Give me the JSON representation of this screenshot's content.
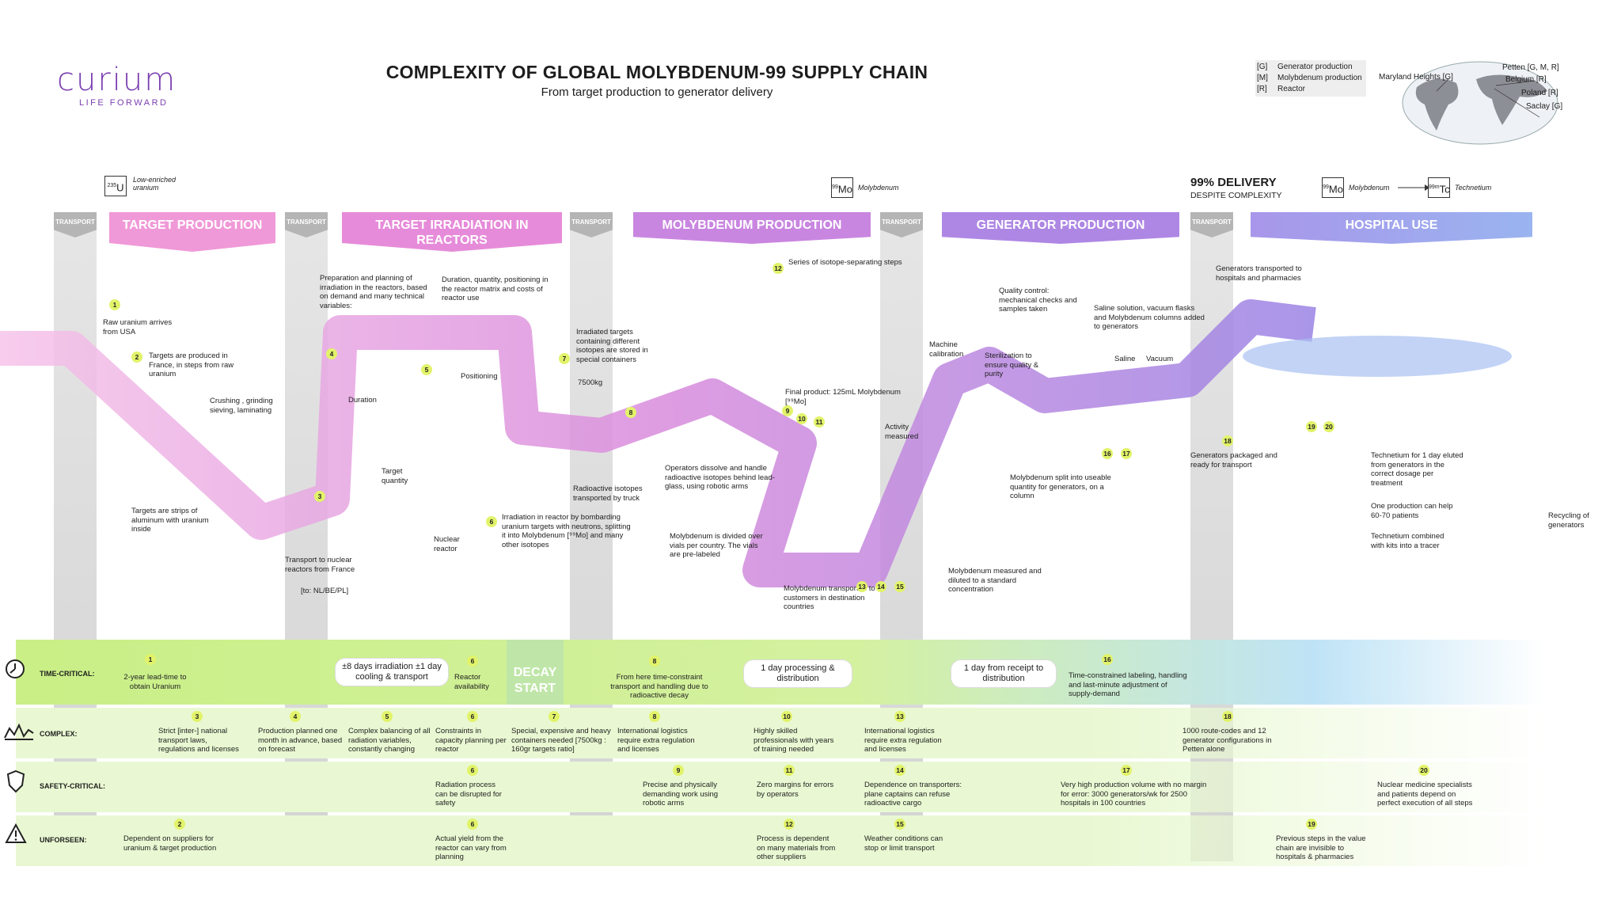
{
  "logo": {
    "word": "curium",
    "tag": "LIFE FORWARD"
  },
  "header": {
    "title": "COMPLEXITY OF GLOBAL MOLYBDENUM-99 SUPPLY CHAIN",
    "subtitle": "From target production to generator delivery"
  },
  "legend": {
    "items": [
      {
        "code": "[G]",
        "label": "Generator production"
      },
      {
        "code": "[M]",
        "label": "Molybdenum production"
      },
      {
        "code": "[R]",
        "label": "Reactor"
      }
    ]
  },
  "map": {
    "labels": [
      "Maryland Heights [G]",
      "Petten [G, M, R]",
      "Belgium [R]",
      "Poland [R]",
      "Saclay [G]"
    ]
  },
  "isotopes": [
    {
      "mass": "235",
      "sym": "U",
      "caption": "Low-enriched uranium"
    },
    {
      "mass": "99",
      "sym": "Mo",
      "caption": "Molybdenum"
    },
    {
      "mass": "99",
      "sym": "Mo",
      "caption": "Molybdenum"
    },
    {
      "mass": "99m",
      "sym": "Tc",
      "caption": "Technetium"
    }
  ],
  "delivery": {
    "line1": "99% DELIVERY",
    "line2": "DESPITE COMPLEXITY"
  },
  "transport_label": "TRANSPORT",
  "phases": [
    {
      "name": "TARGET PRODUCTION",
      "color": "#f099d8"
    },
    {
      "name": "TARGET IRRADIATION IN REACTORS",
      "color": "#e68bd9"
    },
    {
      "name": "MOLYBDENUM PRODUCTION",
      "color": "#c986e0"
    },
    {
      "name": "GENERATOR PRODUCTION",
      "color": "#ae87e4"
    },
    {
      "name": "HOSPITAL USE",
      "color": "#9ab4f0"
    }
  ],
  "diagram_texts": [
    "Raw uranium arrives from USA",
    "Targets are produced in France, in steps from raw uranium",
    "Crushing , grinding sieving, laminating",
    "Targets are strips of aluminum with uranium inside",
    "Transport to nuclear reactors from France",
    "[to: NL/BE/PL]",
    "Preparation and planning of irradiation in the reactors, based on demand and many technical variables:",
    "Duration",
    "Duration, quantity, positioning in the reactor matrix and costs of reactor use",
    "Positioning",
    "Target quantity",
    "Nuclear reactor",
    "Irradiation in reactor by bombarding uranium targets with neutrons, splitting it into Molybdenum [⁹⁹Mo] and many other isotopes",
    "Irradiated targets containing different isotopes are stored in special containers",
    "7500kg",
    "Radioactive isotopes transported by truck",
    "Operators dissolve and handle radioactive isotopes behind lead-glass, using robotic arms",
    "Series of isotope-separating steps",
    "Final product: 125mL Molybdenum [⁹⁹Mo]",
    "Activity measured",
    "Molybdenum is divided over vials per country. The vials are pre-labeled",
    "Molybdenum transported to customers in destination countries",
    "Machine calibration",
    "Quality control: mechanical checks and samples taken",
    "Sterilization to ensure quality & purity",
    "Saline solution, vacuum flasks and Molybdenum columns added to generators",
    "Saline",
    "Vacuum",
    "Molybdenum split into useable quantity for generators, on a column",
    "Molybdenum measured and diluted to a standard concentration",
    "Generators transported to hospitals and pharmacies",
    "Generators packaged and ready for transport",
    "Technetium for 1 day eluted from generators in the correct dosage per treatment",
    "One production can help 60-70 patients",
    "Technetium combined with kits into a tracer",
    "Recycling of generators"
  ],
  "diagram_badges": [
    "1",
    "2",
    "3",
    "4",
    "5",
    "6",
    "7",
    "8",
    "9",
    "10",
    "11",
    "12",
    "13",
    "14",
    "15",
    "16",
    "17",
    "18",
    "19",
    "20"
  ],
  "decay": "DECAY START",
  "rows": [
    {
      "label": "TIME-CRITICAL:",
      "items": [
        {
          "n": "1",
          "text": "2-year lead-time to obtain Uranium"
        },
        {
          "n": "",
          "text": "±8 days irradiation ±1 day cooling & transport"
        },
        {
          "n": "6",
          "text": "Reactor availability"
        },
        {
          "n": "8",
          "text": "From here time-constraint transport and handling due to radioactive decay"
        },
        {
          "n": "",
          "text": "1 day processing & distribution"
        },
        {
          "n": "",
          "text": "1 day from receipt to distribution"
        },
        {
          "n": "16",
          "text": "Time-constrained labeling, handling and last-minute adjustment of supply-demand"
        }
      ]
    },
    {
      "label": "COMPLEX:",
      "items": [
        {
          "n": "3",
          "text": "Strict [inter-] national transport laws, regulations and licenses"
        },
        {
          "n": "4",
          "text": "Production planned one month in advance, based on forecast"
        },
        {
          "n": "5",
          "text": "Complex balancing of all radiation variables, constantly changing"
        },
        {
          "n": "6",
          "text": "Constraints in capacity planning per reactor"
        },
        {
          "n": "7",
          "text": "Special, expensive and heavy containers needed [7500kg : 160gr targets ratio]"
        },
        {
          "n": "8",
          "text": "International logistics require extra regulation and licenses"
        },
        {
          "n": "10",
          "text": "Highly skilled professionals with years of training needed"
        },
        {
          "n": "13",
          "text": "International logistics require extra regulation and licenses"
        },
        {
          "n": "18",
          "text": "1000 route-codes and 12 generator configurations in Petten alone"
        }
      ]
    },
    {
      "label": "SAFETY-CRITICAL:",
      "items": [
        {
          "n": "6",
          "text": "Radiation process can be disrupted for safety"
        },
        {
          "n": "9",
          "text": "Precise and physically demanding work using robotic arms"
        },
        {
          "n": "11",
          "text": "Zero margins for errors by operators"
        },
        {
          "n": "14",
          "text": "Dependence on transporters: plane captains can refuse radioactive cargo"
        },
        {
          "n": "17",
          "text": "Very high production volume with no margin for error: 3000 generators/wk for 2500 hospitals in 100 countries"
        },
        {
          "n": "20",
          "text": "Nuclear medicine specialists and patients depend on perfect execution of all steps"
        }
      ]
    },
    {
      "label": "UNFORSEEN:",
      "items": [
        {
          "n": "2",
          "text": "Dependent on suppliers for uranium & target production"
        },
        {
          "n": "6",
          "text": "Actual yield from the reactor can vary from planning"
        },
        {
          "n": "12",
          "text": "Process is dependent on many materials from other suppliers"
        },
        {
          "n": "15",
          "text": "Weather conditions can stop or limit transport"
        },
        {
          "n": "19",
          "text": "Previous steps in the value chain are invisible to hospitals & pharmacies"
        }
      ]
    }
  ],
  "colors": {
    "accent": "#7b3fb0",
    "badge": "#e2f36a",
    "time_band": "#c9ef86",
    "band_light": "#e9f8d2"
  }
}
